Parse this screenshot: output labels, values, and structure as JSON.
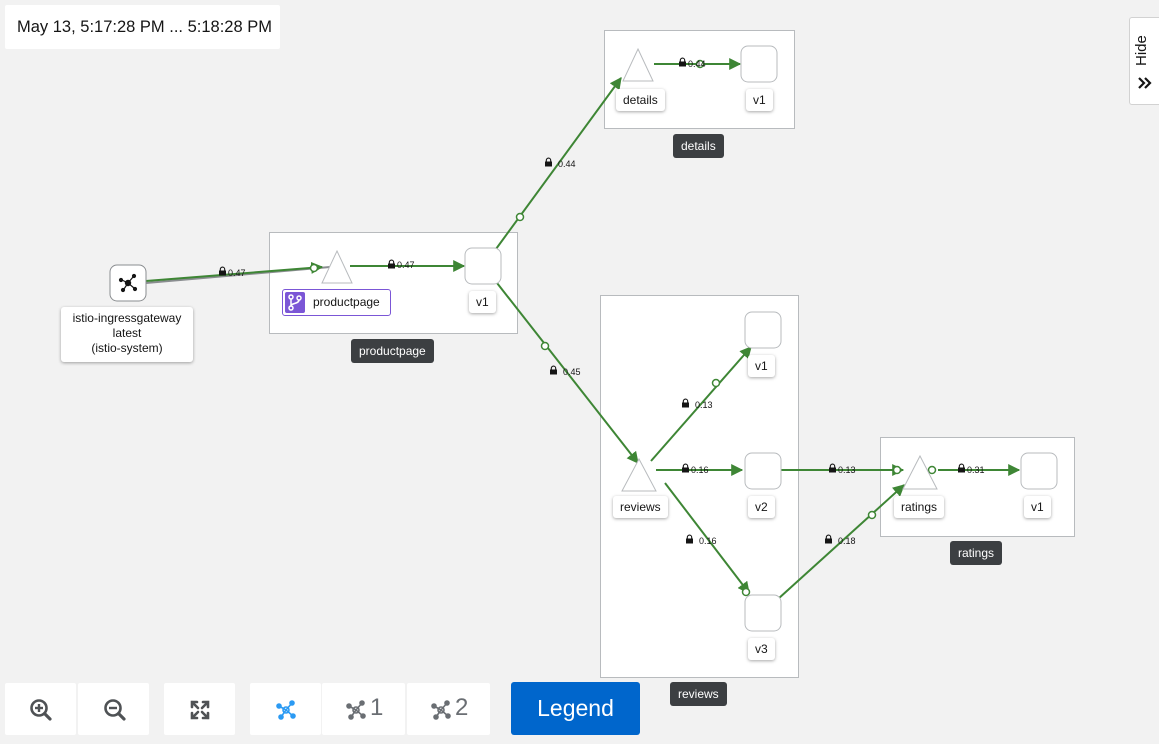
{
  "time_range": "May 13, 5:17:28 PM ... 5:18:28 PM",
  "hide_tab": {
    "label": "Hide",
    "icon": "double-chevron-right-icon"
  },
  "colors": {
    "edge": "#3e8635",
    "edge_gray": "#8a8d90",
    "box_label_bg": "#3c3f42",
    "app_badge": "#7b56d6",
    "legend_bg": "#0066cc",
    "active_tool": "#2b9af3"
  },
  "graph": {
    "gateway": {
      "line1": "istio-ingressgateway",
      "line2": "latest",
      "line3": "(istio-system)",
      "icon": "gateway-icon"
    },
    "productpage": {
      "box_label": "productpage",
      "service_label": "productpage",
      "version_label": "v1",
      "app_icon": "code-branch-icon"
    },
    "details": {
      "box_label": "details",
      "service_label": "details",
      "version_label": "v1"
    },
    "reviews": {
      "box_label": "reviews",
      "service_label": "reviews",
      "v1": "v1",
      "v2": "v2",
      "v3": "v3"
    },
    "ratings": {
      "box_label": "ratings",
      "service_label": "ratings",
      "version_label": "v1"
    },
    "edges": {
      "gateway_to_productpage": "0.47",
      "productpage_svc_to_v1": "0.47",
      "productpage_to_details": "0.44",
      "details_svc_to_v1": "0.44",
      "productpage_to_reviews": "0.45",
      "reviews_to_v1": "0.13",
      "reviews_to_v2": "0.16",
      "reviews_to_v3": "0.16",
      "v2_to_ratings": "0.13",
      "v3_to_ratings": "0.18",
      "ratings_svc_to_v1": "0.31"
    }
  },
  "toolbar": {
    "zoom_in_icon": "zoom-in-icon",
    "zoom_out_icon": "zoom-out-icon",
    "fit_icon": "expand-icon",
    "layout_default_icon": "topology-icon",
    "layout_1_number": "1",
    "layout_2_number": "2",
    "legend_label": "Legend"
  }
}
